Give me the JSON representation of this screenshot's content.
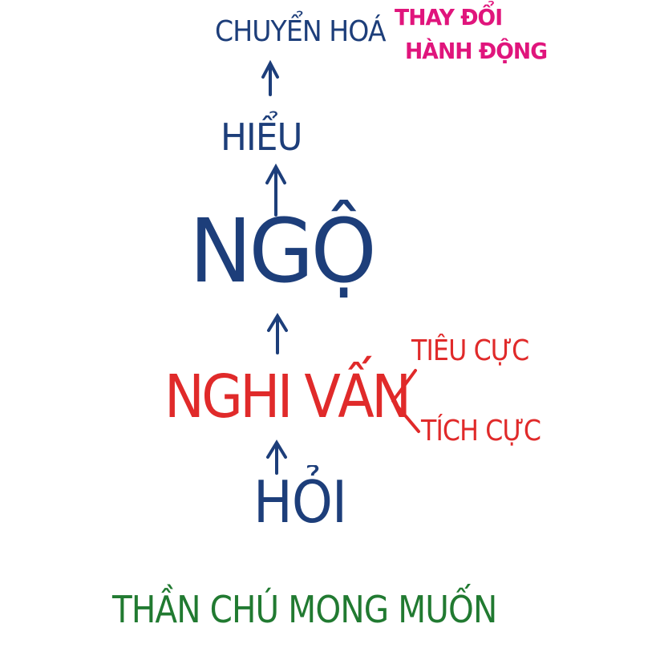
{
  "diagram": {
    "top_label": "CHUYỂN HOÁ",
    "side_note_line1": "THAY ĐỔI",
    "side_note_line2": "HÀNH ĐỘNG",
    "level_hieu": "HIỂU",
    "level_ngo": "NGỘ",
    "level_nghivan": "NGHI VẤN",
    "branch_negative": "TIÊU CỰC",
    "branch_positive": "TÍCH CỰC",
    "level_hoi": "HỎI",
    "bottom_caption": "THẦN CHÚ MONG MUỐN"
  },
  "colors": {
    "blue": "#1d3e7a",
    "red": "#e02a2a",
    "pink": "#e0157c",
    "green": "#217a31"
  }
}
